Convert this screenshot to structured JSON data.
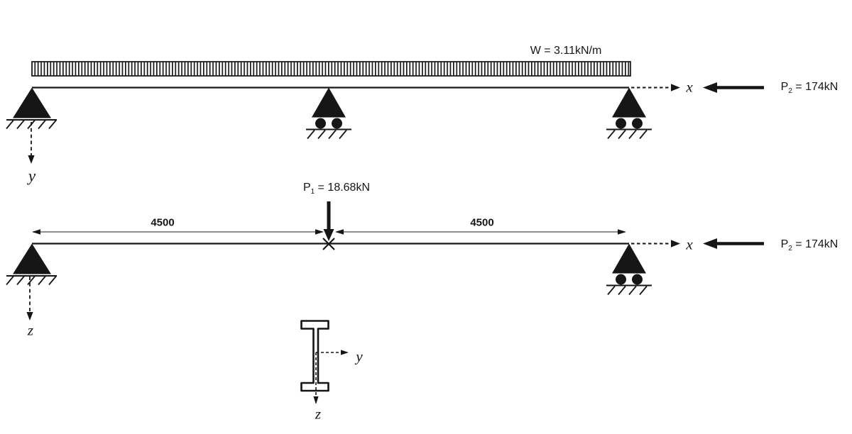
{
  "diagram": {
    "top_beam": {
      "distributed_load": "W = 3.11kN/m",
      "axial_load": {
        "sym": "P",
        "sub": "2",
        "rest": " = 174kN"
      },
      "axis_x": "x",
      "axis_y": "y",
      "supports": [
        "pinned",
        "roller",
        "roller"
      ]
    },
    "bottom_beam": {
      "point_load": {
        "sym": "P",
        "sub": "1",
        "rest": " = 18.68kN"
      },
      "axial_load": {
        "sym": "P",
        "sub": "2",
        "rest": " = 174kN"
      },
      "span_left": "4500",
      "span_right": "4500",
      "axis_x": "x",
      "axis_z": "z",
      "supports": [
        "pinned",
        "roller"
      ]
    },
    "cross_section": {
      "shape": "I-beam",
      "axis_y": "y",
      "axis_z": "z"
    },
    "colors": {
      "ink": "#161616",
      "dimension_line": "#7e7e7e",
      "background": "#ffffff"
    }
  }
}
